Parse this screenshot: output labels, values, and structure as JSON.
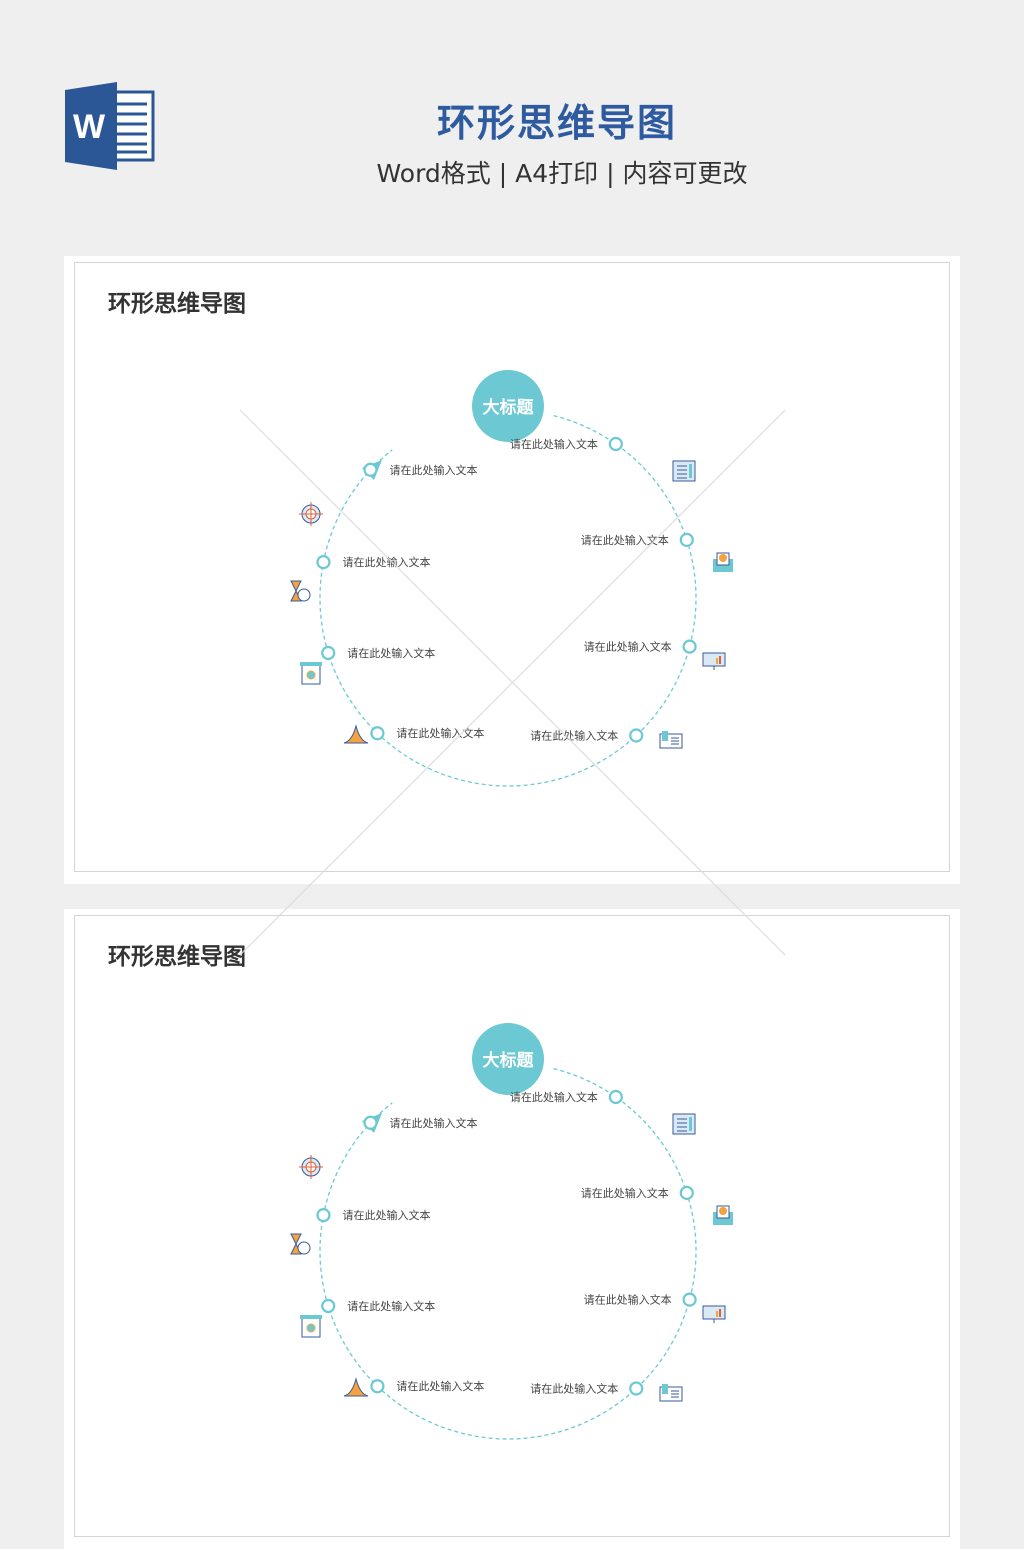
{
  "header": {
    "logo_letter": "W",
    "title": "环形思维导图",
    "subtitle": "Word格式 | A4打印 | 内容可更改"
  },
  "colors": {
    "accent": "#6cc9d3",
    "title_blue": "#2e5aa0",
    "word_blue": "#2b5797"
  },
  "pages": [
    {
      "title": "环形思维导图",
      "center_label": "大标题",
      "nodes": [
        {
          "text": "请在此处输入文本",
          "icon": "clipboard-icon"
        },
        {
          "text": "请在此处输入文本",
          "icon": "envelope-badge-icon"
        },
        {
          "text": "请在此处输入文本",
          "icon": "presentation-chart-icon"
        },
        {
          "text": "请在此处输入文本",
          "icon": "id-card-list-icon"
        },
        {
          "text": "请在此处输入文本",
          "icon": "bell-curve-icon"
        },
        {
          "text": "请在此处输入文本",
          "icon": "certificate-icon"
        },
        {
          "text": "请在此处输入文本",
          "icon": "hourglass-clock-icon"
        },
        {
          "text": "请在此处输入文本",
          "icon": "target-yen-icon"
        }
      ]
    },
    {
      "title": "环形思维导图",
      "center_label": "大标题",
      "nodes": [
        {
          "text": "请在此处输入文本",
          "icon": "clipboard-icon"
        },
        {
          "text": "请在此处输入文本",
          "icon": "envelope-badge-icon"
        },
        {
          "text": "请在此处输入文本",
          "icon": "presentation-chart-icon"
        },
        {
          "text": "请在此处输入文本",
          "icon": "id-card-list-icon"
        },
        {
          "text": "请在此处输入文本",
          "icon": "bell-curve-icon"
        },
        {
          "text": "请在此处输入文本",
          "icon": "certificate-icon"
        },
        {
          "text": "请在此处输入文本",
          "icon": "hourglass-clock-icon"
        },
        {
          "text": "请在此处输入文本",
          "icon": "target-yen-icon"
        }
      ]
    }
  ]
}
